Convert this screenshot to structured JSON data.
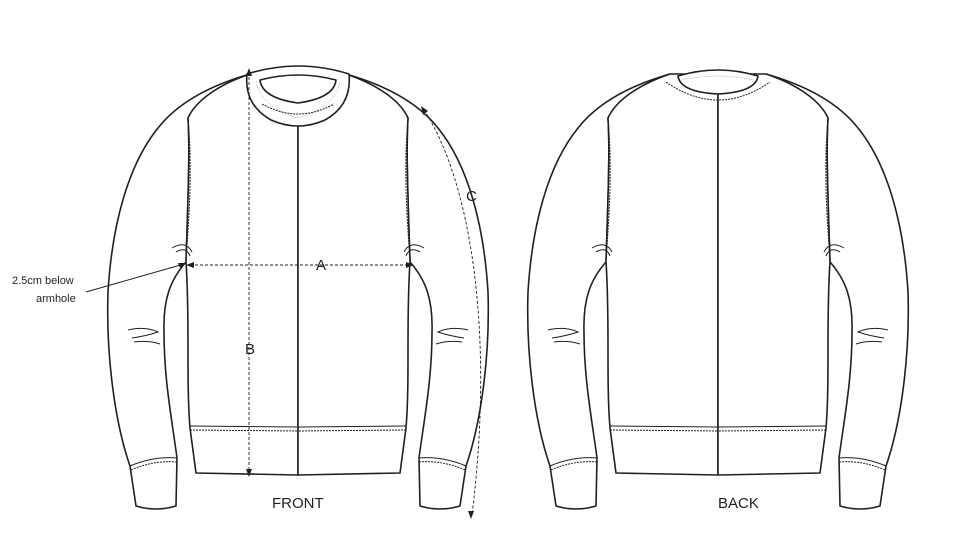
{
  "views": {
    "front": {
      "label": "FRONT"
    },
    "back": {
      "label": "BACK"
    }
  },
  "measurements": {
    "a": {
      "label": "A"
    },
    "b": {
      "label": "B"
    },
    "c": {
      "label": "C"
    }
  },
  "annotation": {
    "line1": "2.5cm below",
    "line2": "armhole"
  }
}
